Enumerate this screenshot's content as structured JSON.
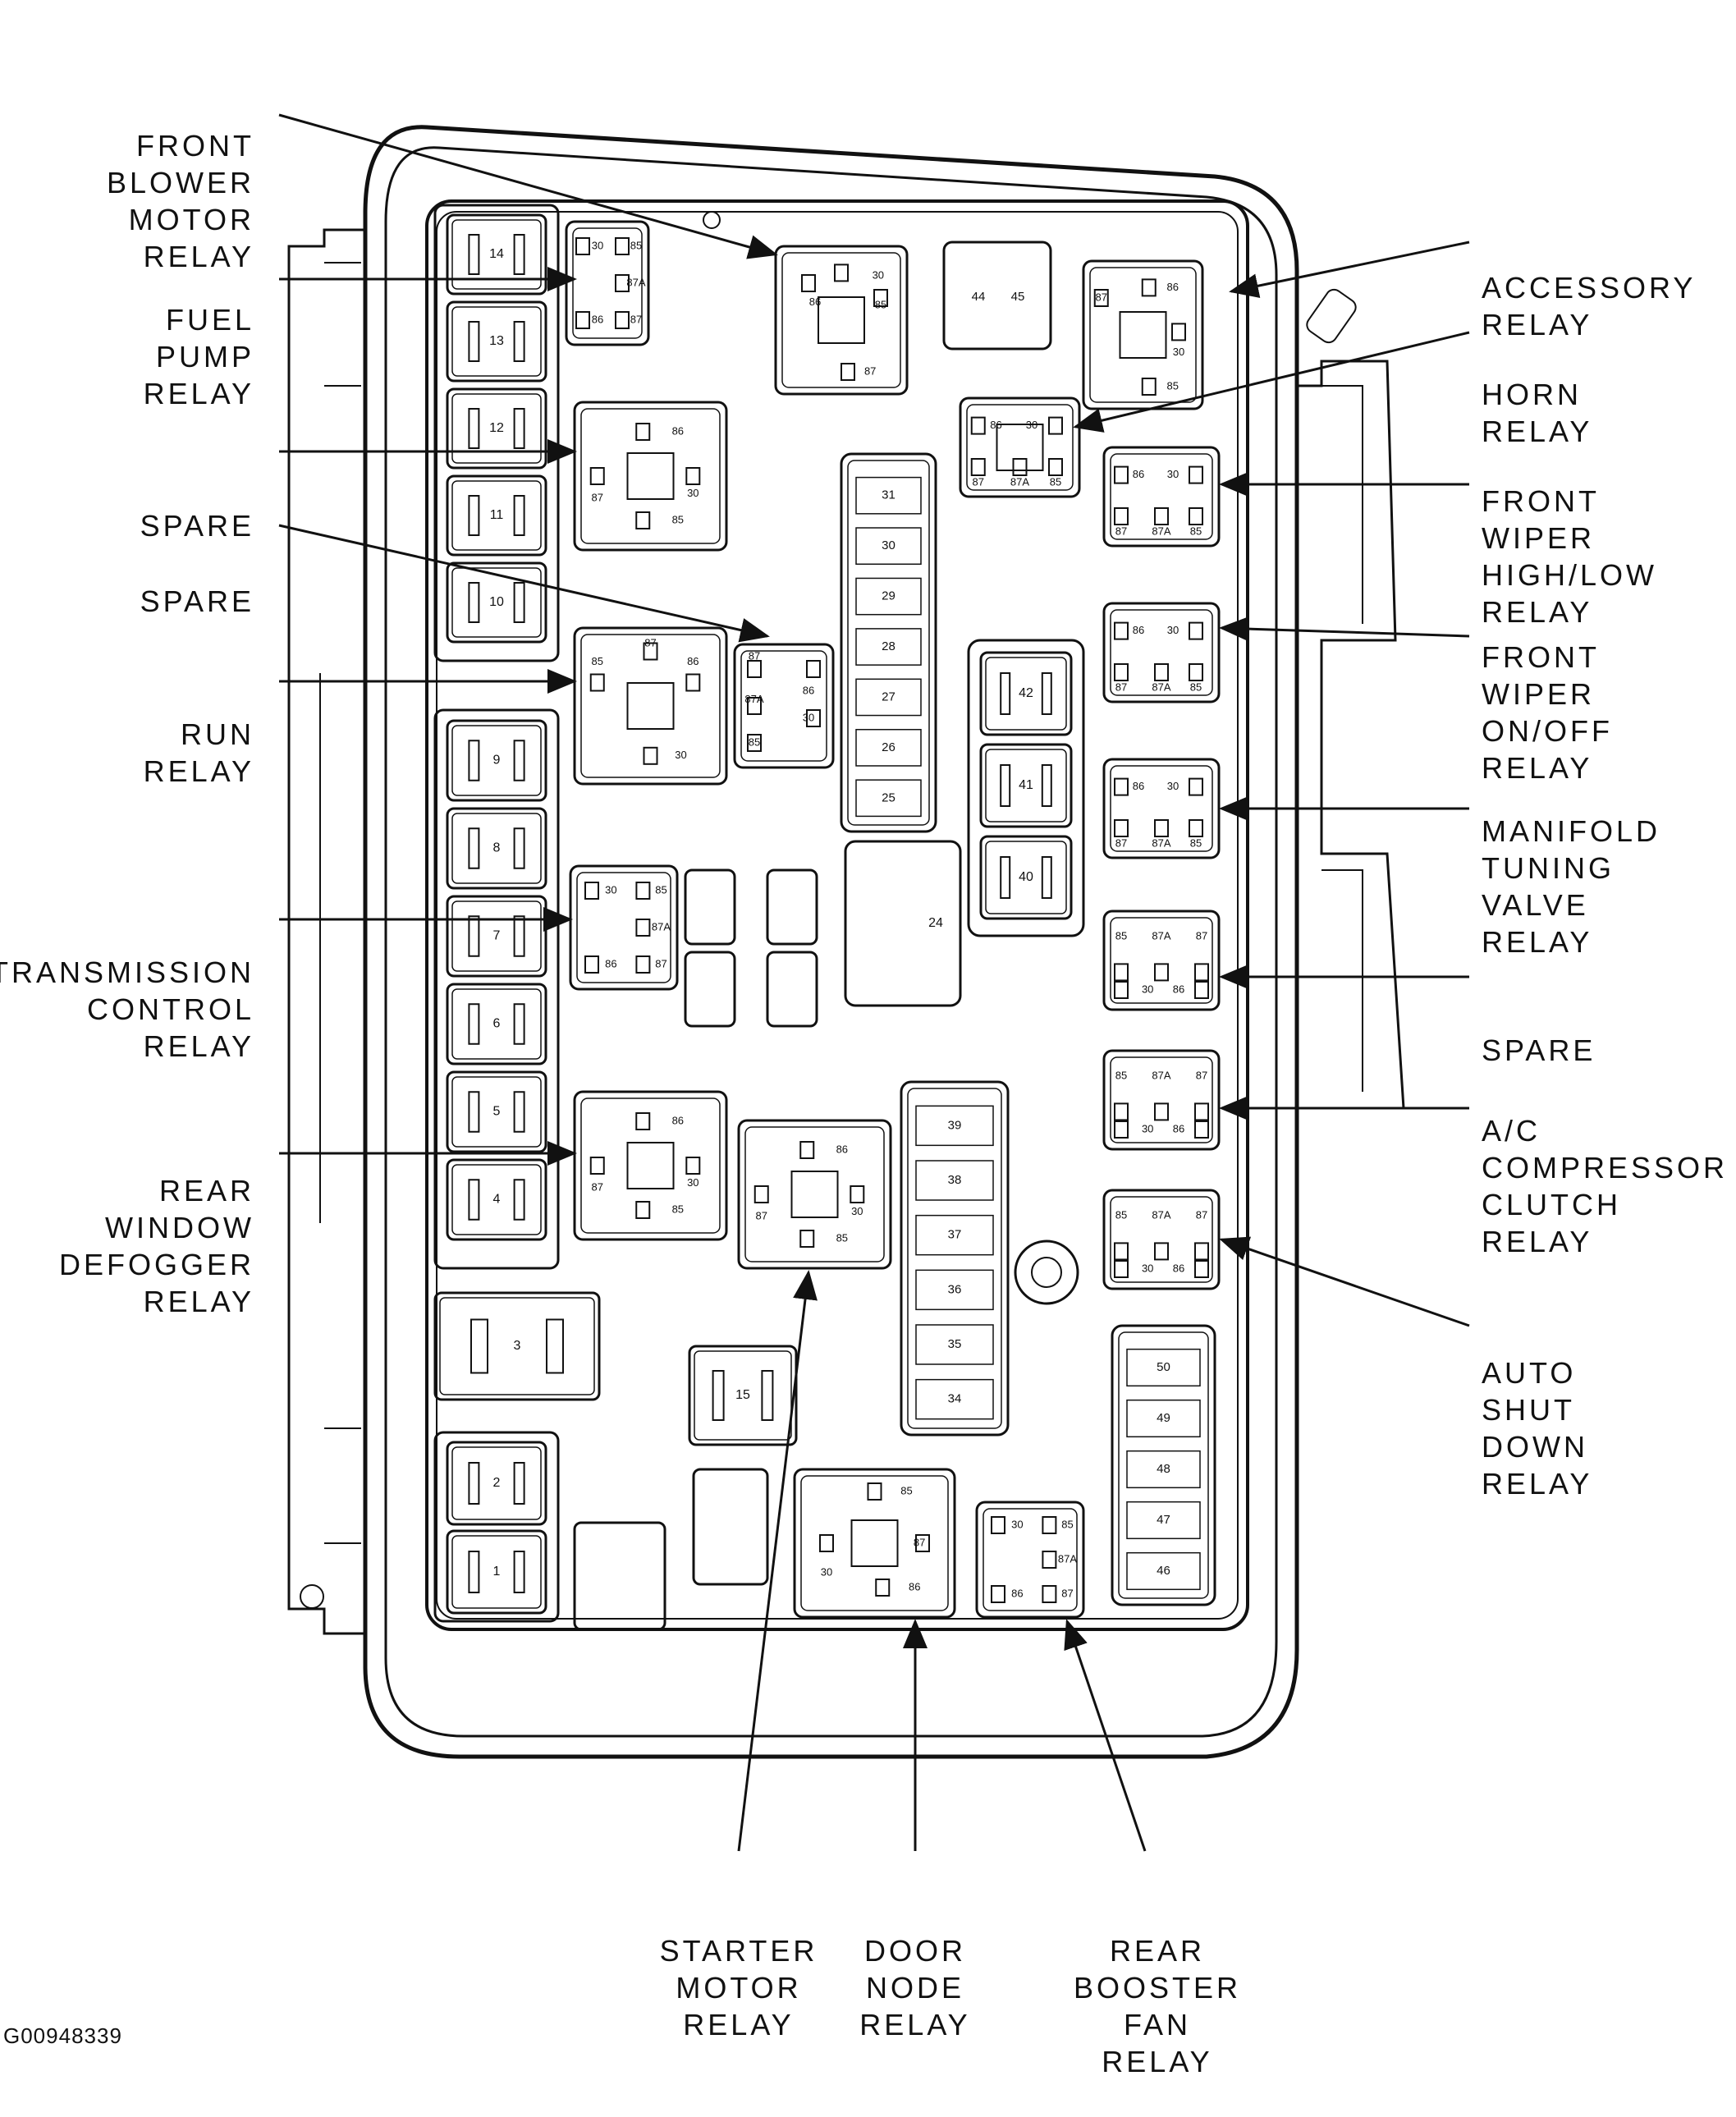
{
  "figure_id": "G00948339",
  "labels_left": [
    {
      "name": "front-blower-motor-relay-label",
      "lines": [
        "FRONT",
        "BLOWER",
        "MOTOR",
        "RELAY"
      ]
    },
    {
      "name": "fuel-pump-relay-label",
      "lines": [
        "FUEL",
        "PUMP",
        "RELAY"
      ]
    },
    {
      "name": "spare-label-1",
      "lines": [
        "SPARE"
      ]
    },
    {
      "name": "spare-label-2",
      "lines": [
        "SPARE"
      ]
    },
    {
      "name": "run-relay-label",
      "lines": [
        "RUN",
        "RELAY"
      ]
    },
    {
      "name": "transmission-control-relay-label",
      "lines": [
        "TRANSMISSION",
        "CONTROL",
        "RELAY"
      ]
    },
    {
      "name": "rear-window-defogger-relay-label",
      "lines": [
        "REAR",
        "WINDOW",
        "DEFOGGER",
        "RELAY"
      ]
    }
  ],
  "labels_right": [
    {
      "name": "accessory-relay-label",
      "lines": [
        "ACCESSORY",
        "RELAY"
      ]
    },
    {
      "name": "horn-relay-label",
      "lines": [
        "HORN",
        "RELAY"
      ]
    },
    {
      "name": "front-wiper-high-low-relay-label",
      "lines": [
        "FRONT",
        "WIPER",
        "HIGH/LOW",
        "RELAY"
      ]
    },
    {
      "name": "front-wiper-on-off-relay-label",
      "lines": [
        "FRONT",
        "WIPER",
        "ON/OFF",
        "RELAY"
      ]
    },
    {
      "name": "manifold-tuning-valve-relay-label",
      "lines": [
        "MANIFOLD",
        "TUNING",
        "VALVE",
        "RELAY"
      ]
    },
    {
      "name": "spare-label-3",
      "lines": [
        "SPARE"
      ]
    },
    {
      "name": "ac-compressor-clutch-relay-label",
      "lines": [
        "A/C",
        "COMPRESSOR",
        "CLUTCH",
        "RELAY"
      ]
    },
    {
      "name": "auto-shut-down-relay-label",
      "lines": [
        "AUTO",
        "SHUT",
        "DOWN",
        "RELAY"
      ]
    }
  ],
  "labels_bottom": [
    {
      "name": "starter-motor-relay-label",
      "lines": [
        "STARTER",
        "MOTOR",
        "RELAY"
      ]
    },
    {
      "name": "door-node-relay-label",
      "lines": [
        "DOOR",
        "NODE",
        "RELAY"
      ]
    },
    {
      "name": "rear-booster-fan-relay-label",
      "lines": [
        "REAR",
        "BOOSTER",
        "FAN",
        "RELAY"
      ]
    }
  ],
  "fuse_numbers_left_column": [
    "14",
    "13",
    "12",
    "11",
    "10",
    "9",
    "8",
    "7",
    "6",
    "5",
    "4",
    "3",
    "2",
    "1"
  ],
  "fuse_numbers_center_block": [
    "31",
    "30",
    "29",
    "28",
    "27",
    "26",
    "25",
    "24"
  ],
  "fuse_numbers_right_block": [
    "42",
    "41",
    "40"
  ],
  "fuse_numbers_lower_block": [
    "39",
    "38",
    "37",
    "36",
    "35",
    "34"
  ],
  "fuse_numbers_bottom_right_block": [
    "50",
    "49",
    "48",
    "47",
    "46"
  ],
  "fuse_numbers_misc": [
    "15",
    "44",
    "45"
  ],
  "terminals": {
    "t30": "30",
    "t85": "85",
    "t86": "86",
    "t87": "87",
    "t87a": "87A"
  }
}
